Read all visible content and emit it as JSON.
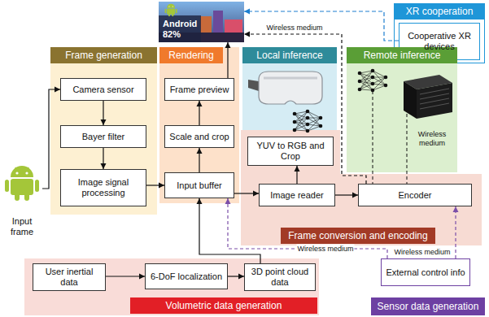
{
  "diagram": {
    "nodes": [
      {
        "text": [
          "Android 82%"
        ]
      },
      {
        "text": [
          "XR cooperation"
        ]
      },
      {
        "text": [
          "Cooperative XR devices"
        ],
        "in": 1
      },
      {
        "text": [
          "Input frame"
        ]
      },
      {
        "text": [
          "Frame generation"
        ]
      },
      {
        "text": [
          "Camera sensor"
        ],
        "in": 4
      },
      {
        "text": [
          "Bayer filter"
        ],
        "in": 4
      },
      {
        "text": [
          "Image signal processing"
        ],
        "in": 4
      },
      {
        "text": [
          "Rendering"
        ]
      },
      {
        "text": [
          "Frame preview"
        ],
        "in": 8
      },
      {
        "text": [
          "Scale and crop"
        ],
        "in": 8
      },
      {
        "text": [
          "Input buffer"
        ],
        "in": 8
      },
      {
        "text": [
          "Local inference"
        ]
      },
      {
        "text": [
          "Remote inference"
        ]
      },
      {
        "text": [
          "Frame conversion and encoding"
        ]
      },
      {
        "text": [
          "YUV to RGB and Crop"
        ],
        "in": 14
      },
      {
        "text": [
          "Image reader"
        ],
        "in": 14
      },
      {
        "text": [
          "Encoder"
        ],
        "in": 14
      },
      {
        "text": [
          "Volumetric data generation"
        ]
      },
      {
        "text": [
          "User inertial data"
        ],
        "in": 18
      },
      {
        "text": [
          "6-DoF localization"
        ],
        "in": 18
      },
      {
        "text": [
          "3D point cloud data"
        ],
        "in": 18
      },
      {
        "text": [
          "Sensor data generation"
        ]
      },
      {
        "text": [
          "External control info"
        ],
        "in": 22
      }
    ],
    "edges": [
      {
        "from": 3,
        "to": 5,
        "arrow": "to"
      },
      {
        "from": 5,
        "to": 6,
        "arrow": "to"
      },
      {
        "from": 6,
        "to": 7,
        "arrow": "to"
      },
      {
        "from": 7,
        "to": 11,
        "arrow": "to"
      },
      {
        "from": 11,
        "to": 10,
        "arrow": "to"
      },
      {
        "from": 10,
        "to": 9,
        "arrow": "to"
      },
      {
        "from": 9,
        "to": 0,
        "arrow": "to"
      },
      {
        "from": 11,
        "to": 16,
        "arrow": "to"
      },
      {
        "from": 16,
        "to": 17,
        "arrow": "to"
      },
      {
        "from": 16,
        "to": 15,
        "arrow": "to"
      },
      {
        "from": 17,
        "to": 0,
        "label": "Wireless medium",
        "arrow": "to"
      },
      {
        "from": 2,
        "to": 0,
        "arrow": "to"
      },
      {
        "from": 23,
        "to": 11,
        "label": "Wireless medium",
        "arrow": "to"
      },
      {
        "from": 23,
        "to": 17,
        "label": "Wireless medium",
        "arrow": "to"
      },
      {
        "from": 19,
        "to": 20,
        "arrow": "to"
      },
      {
        "from": 20,
        "to": 21,
        "arrow": "to"
      },
      {
        "from": 21,
        "to": 11,
        "arrow": "to"
      }
    ],
    "labels": [
      "Wireless medium"
    ]
  }
}
